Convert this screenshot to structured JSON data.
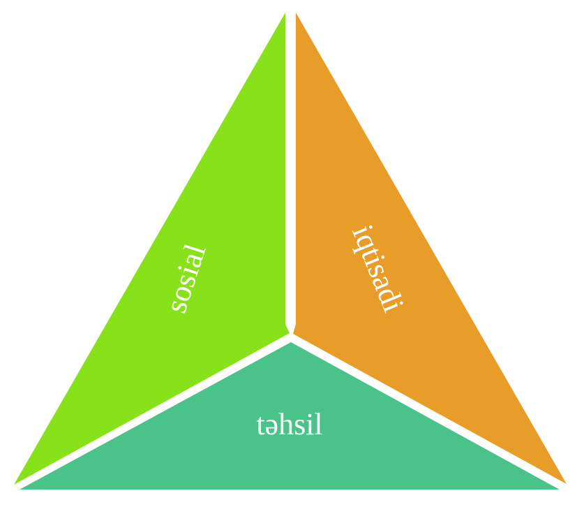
{
  "segments": {
    "left": {
      "label": "sosial",
      "color": "#87E219"
    },
    "right": {
      "label": "iqtisadi",
      "color": "#E89D28"
    },
    "bottom": {
      "label": "təhsil",
      "color": "#4AC38B"
    }
  },
  "divider_color": "#ffffff"
}
